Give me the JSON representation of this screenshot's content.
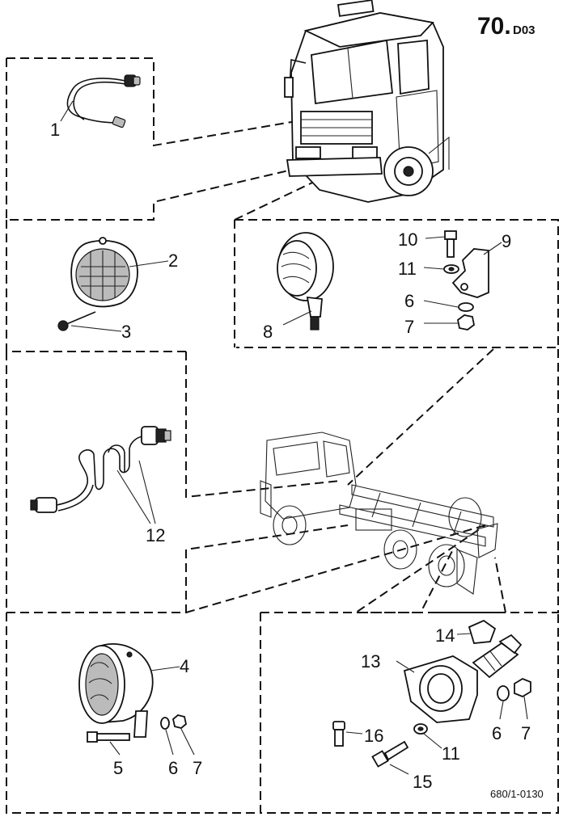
{
  "header": {
    "page_number": "70.",
    "page_suffix": "D03"
  },
  "footer": {
    "drawing_code": "680/1-0130"
  },
  "callouts": {
    "c1": "1",
    "c2": "2",
    "c3": "3",
    "c4": "4",
    "c5": "5",
    "c6a": "6",
    "c6b": "6",
    "c6c": "6",
    "c7a": "7",
    "c7b": "7",
    "c7c": "7",
    "c8": "8",
    "c9": "9",
    "c10": "10",
    "c11a": "11",
    "c11b": "11",
    "c12": "12",
    "c13": "13",
    "c14": "14",
    "c15": "15",
    "c16": "16"
  }
}
